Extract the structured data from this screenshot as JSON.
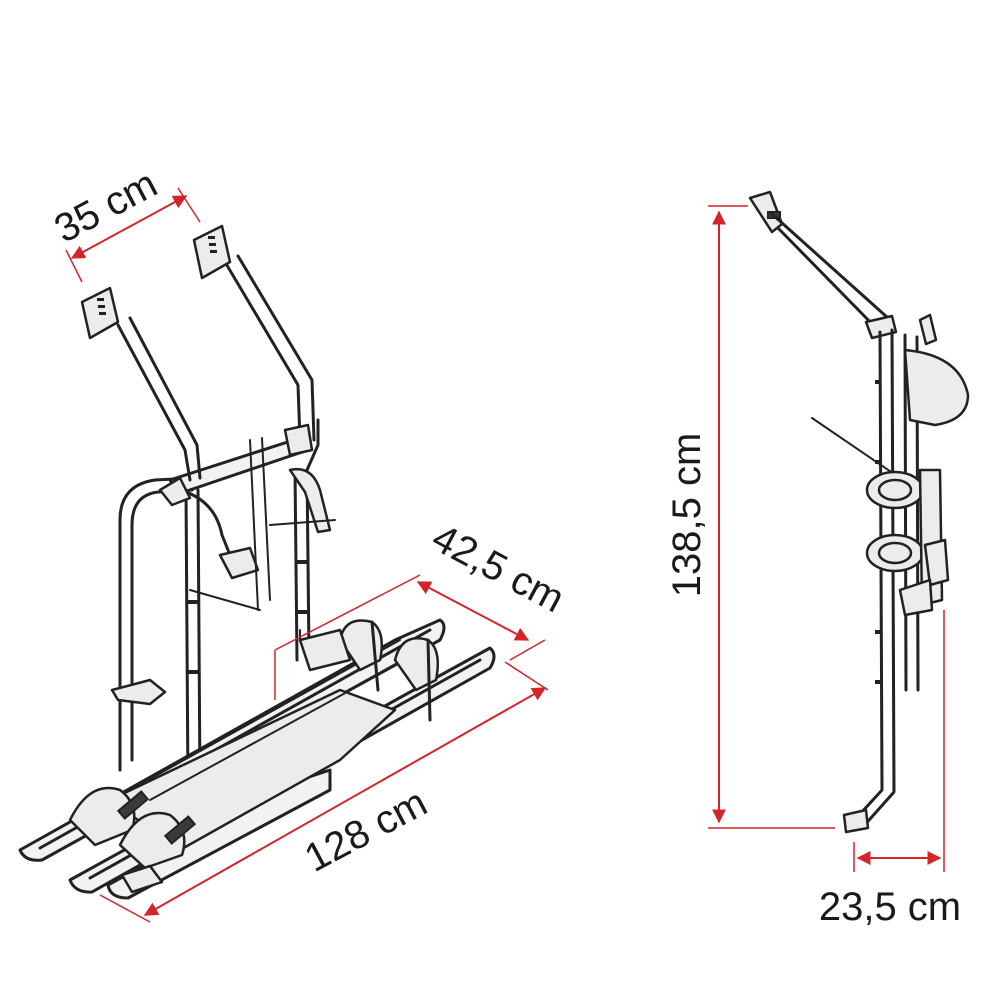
{
  "dimensions": {
    "top_width": "35 cm",
    "rail_spacing": "42,5 cm",
    "rail_length": "128 cm",
    "height": "138,5 cm",
    "depth": "23,5 cm"
  },
  "colors": {
    "dimension_line": "#d4242b",
    "outline": "#222222",
    "fill": "#f2f2f2"
  }
}
